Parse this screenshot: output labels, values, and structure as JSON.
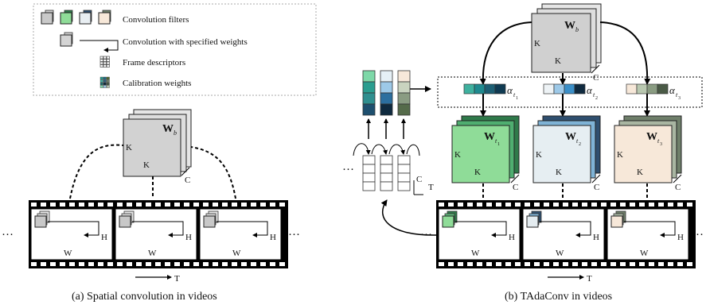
{
  "legend": {
    "filters": "Convolution filters",
    "specified_weights": "Convolution with specified weights",
    "frame_descriptors": "Frame descriptors",
    "calibration_weights": "Calibration weights"
  },
  "left": {
    "kernel_W": "W",
    "kernel_sub": "b",
    "K_side": "K",
    "K_bottom": "K",
    "C": "C",
    "frames": [
      {
        "H": "H",
        "W": "W"
      },
      {
        "H": "H",
        "W": "W"
      },
      {
        "H": "H",
        "W": "W"
      }
    ],
    "dots_left": "···",
    "dots_right": "···",
    "T": "T",
    "caption": "(a) Spatial convolution in videos"
  },
  "right": {
    "base_W": "W",
    "base_sub": "b",
    "base_K_side": "K",
    "base_K_bottom": "K",
    "base_C": "C",
    "alphas": [
      {
        "a": "α",
        "t": "t",
        "n": "1"
      },
      {
        "a": "α",
        "t": "t",
        "n": "2"
      },
      {
        "a": "α",
        "t": "t",
        "n": "3"
      }
    ],
    "weights": [
      {
        "W": "W",
        "t": "t",
        "n": "1",
        "K_side": "K",
        "K_bottom": "K",
        "C": "C"
      },
      {
        "W": "W",
        "t": "t",
        "n": "2",
        "K_side": "K",
        "K_bottom": "K",
        "C": "C"
      },
      {
        "W": "W",
        "t": "t",
        "n": "3",
        "K_side": "K",
        "K_bottom": "K",
        "C": "C"
      }
    ],
    "desc_dots": "···",
    "desc_C": "C",
    "desc_T": "T",
    "frames": [
      {
        "H": "H",
        "W": "W"
      },
      {
        "H": "H",
        "W": "W"
      },
      {
        "H": "H",
        "W": "W"
      }
    ],
    "dots_left": "···",
    "dots_right": "··",
    "T": "T",
    "caption": "(b) TAdaConv in videos"
  }
}
